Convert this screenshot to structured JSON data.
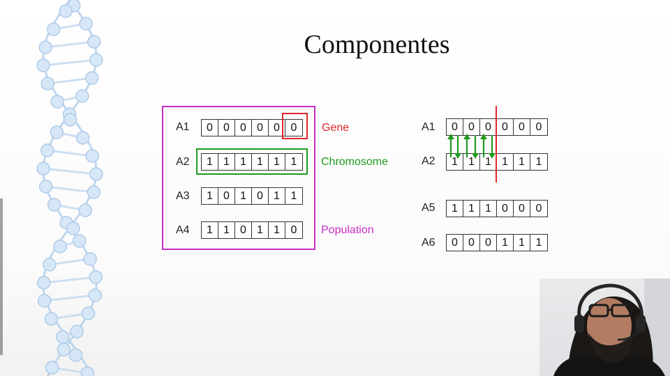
{
  "slide": {
    "title": "Componentes"
  },
  "population": {
    "rows": [
      {
        "label": "A1",
        "bits": [
          "0",
          "0",
          "0",
          "0",
          "0",
          "0"
        ]
      },
      {
        "label": "A2",
        "bits": [
          "1",
          "1",
          "1",
          "1",
          "1",
          "1"
        ]
      },
      {
        "label": "A3",
        "bits": [
          "1",
          "0",
          "1",
          "0",
          "1",
          "1"
        ]
      },
      {
        "label": "A4",
        "bits": [
          "1",
          "1",
          "0",
          "1",
          "1",
          "0"
        ]
      }
    ],
    "legend": {
      "gene": "Gene",
      "chromosome": "Chromosome",
      "population": "Population"
    }
  },
  "crossover": {
    "parents": [
      {
        "label": "A1",
        "bits": [
          "0",
          "0",
          "0",
          "0",
          "0",
          "0"
        ]
      },
      {
        "label": "A2",
        "bits": [
          "1",
          "1",
          "1",
          "1",
          "1",
          "1"
        ]
      }
    ],
    "offspring": [
      {
        "label": "A5",
        "bits": [
          "1",
          "1",
          "1",
          "0",
          "0",
          "0"
        ]
      },
      {
        "label": "A6",
        "bits": [
          "0",
          "0",
          "0",
          "1",
          "1",
          "1"
        ]
      }
    ]
  },
  "colors": {
    "gene": "#e0262a",
    "chromosome": "#1e9a1e",
    "population": "#c62ec6",
    "crossover_line": "#e0262a",
    "arrows": "#1e9a1e"
  },
  "icons": {
    "background": "dna-helix-icon",
    "swap": "up-down-arrows-icon"
  }
}
